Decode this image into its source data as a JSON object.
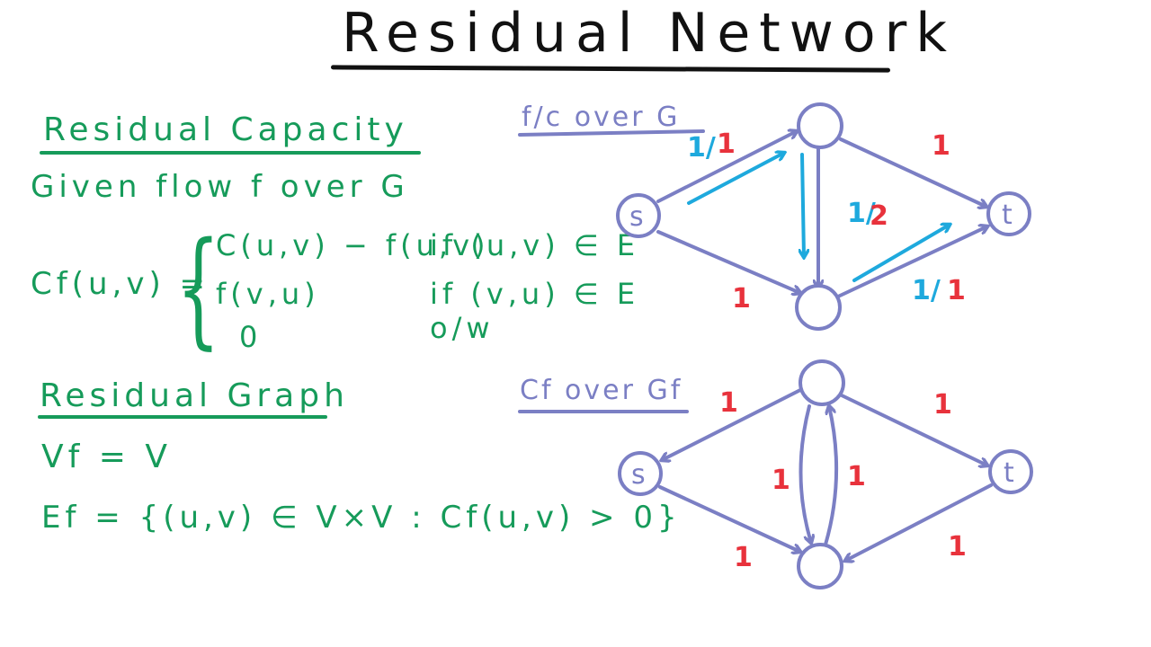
{
  "title": "Residual Network",
  "residual_capacity": {
    "heading": "Residual Capacity",
    "given": "Given flow f over G",
    "lhs": "Cf(u,v) =",
    "cases": [
      {
        "expr": "C(u,v) − f(u,v)",
        "cond": "if (u,v) ∈ E"
      },
      {
        "expr": "f(v,u)",
        "cond": "if (v,u) ∈ E"
      },
      {
        "expr": "0",
        "cond": "o/w"
      }
    ]
  },
  "residual_graph": {
    "heading": "Residual Graph",
    "vf": "Vf = V",
    "ef": "Ef = {(u,v) ∈ V×V : Cf(u,v) > 0}"
  },
  "graph_top": {
    "subtitle": "f/c over G",
    "nodes": {
      "s": "s",
      "t": "t"
    },
    "labels": {
      "s_top_flow": "1/",
      "s_top_cap": "1",
      "top_t": "1",
      "mid_flow": "1/",
      "mid_cap": "2",
      "s_bottom": "1",
      "bottom_t_flow": "1/",
      "bottom_t_cap": "1"
    }
  },
  "graph_bottom": {
    "subtitle": "Cf over Gf",
    "nodes": {
      "s": "s",
      "t": "t"
    },
    "labels": {
      "top_s": "1",
      "top_t": "1",
      "mid_left": "1",
      "mid_right": "1",
      "s_bottom": "1",
      "t_bottom": "1"
    }
  },
  "colors": {
    "green": "#169b5a",
    "edge": "#7b7fc4",
    "flow": "#1ea9dd",
    "capacity": "#e8323c"
  }
}
